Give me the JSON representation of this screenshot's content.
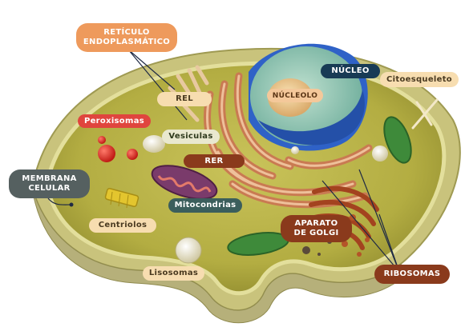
{
  "labels": {
    "reticulo_line1": "RETÍCULO",
    "reticulo_line2": "ENDOPLASMÁTICO",
    "rel": "REL",
    "peroxisomas": "Peroxisomas",
    "vesiculas": "Vesiculas",
    "rer": "RER",
    "membrana_line1": "MEMBRANA",
    "membrana_line2": "CELULAR",
    "mitocondrias": "Mitocondrias",
    "centriolos": "Centriolos",
    "lisosomas": "Lisosomas",
    "nucleo": "NÚCLEO",
    "nucleolo": "NÚCLEOLO",
    "citoesqueleto": "Citoesqueleto",
    "golgi_line1": "APARATO",
    "golgi_line2": "DE GOLGI",
    "ribosomas": "RIBOSOMAS"
  },
  "colors": {
    "label_orange": "#ee9a5c",
    "label_cream": "#f7ddb0",
    "label_red": "#e0453e",
    "label_brown": "#8a3a1c",
    "label_teal": "#3b5e5c",
    "label_navy": "#183b55",
    "cytoplasm": "#b8b247",
    "membrane": "#d9d58d",
    "nucleus_blue": "#2f62c7",
    "leader_line": "#1f2a44"
  }
}
